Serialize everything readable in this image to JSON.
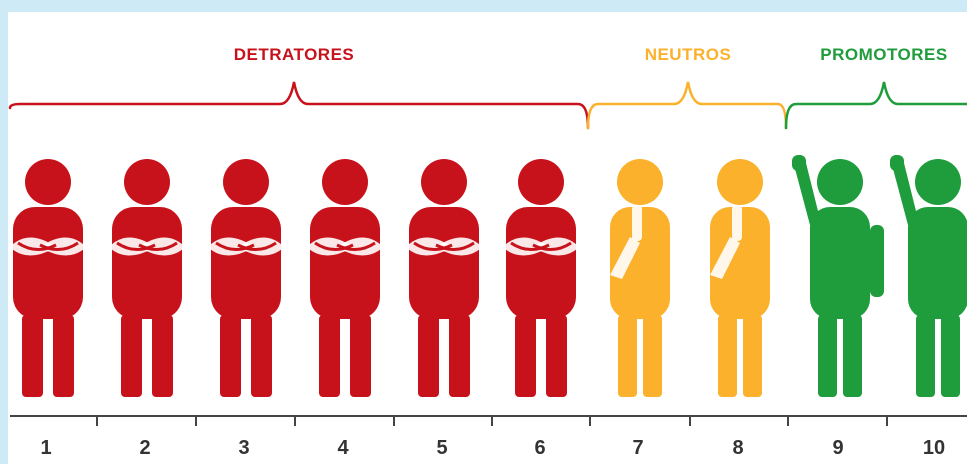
{
  "groups": {
    "detractors": {
      "label": "DETRATORES",
      "color": "#c8121b"
    },
    "neutrals": {
      "label": "NEUTROS",
      "color": "#fbb12b"
    },
    "promoters": {
      "label": "PROMOTORES",
      "color": "#1f9c3c"
    }
  },
  "scale": [
    "1",
    "2",
    "3",
    "4",
    "5",
    "6",
    "7",
    "8",
    "9",
    "10"
  ],
  "icons": {
    "detractor": "arms-crossed-person-icon",
    "neutral": "thinking-person-icon",
    "promoter": "arm-raised-person-icon"
  }
}
